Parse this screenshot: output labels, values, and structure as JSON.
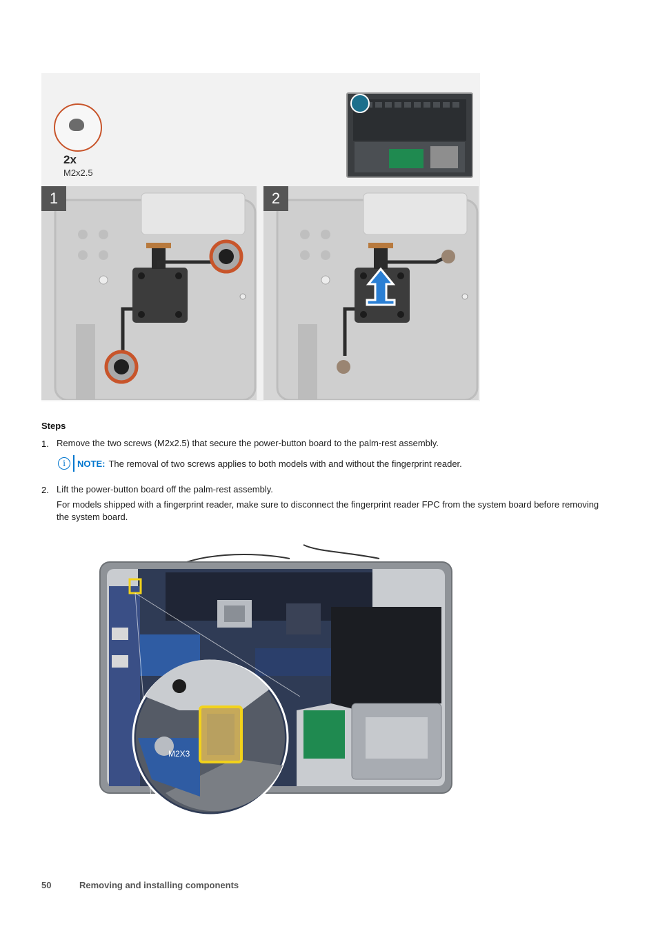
{
  "figure1": {
    "screw_quantity": "2x",
    "screw_size": "M2x2.5",
    "step_labels": [
      "1",
      "2"
    ]
  },
  "steps_heading": "Steps",
  "steps": [
    {
      "number": "1.",
      "text": "Remove the two screws (M2x2.5) that secure the power-button board to the palm-rest assembly."
    },
    {
      "number": "2.",
      "text": "Lift the power-button board off the palm-rest assembly."
    }
  ],
  "note": {
    "icon": "info-icon",
    "label": "NOTE:",
    "text": "The removal of two screws applies to both models with and without the fingerprint reader."
  },
  "step2_paragraph": "For models shipped with a fingerprint reader, make sure to disconnect the fingerprint reader FPC from the system board before removing the system board.",
  "figure2": {
    "zoom_label": "M2X3"
  },
  "footer": {
    "page_number": "50",
    "section": "Removing and installing components"
  },
  "colors": {
    "callout": "#c8552b",
    "arrow": "#2a7fd4",
    "note_accent": "#0076ce",
    "highlight": "#f2d21b"
  }
}
